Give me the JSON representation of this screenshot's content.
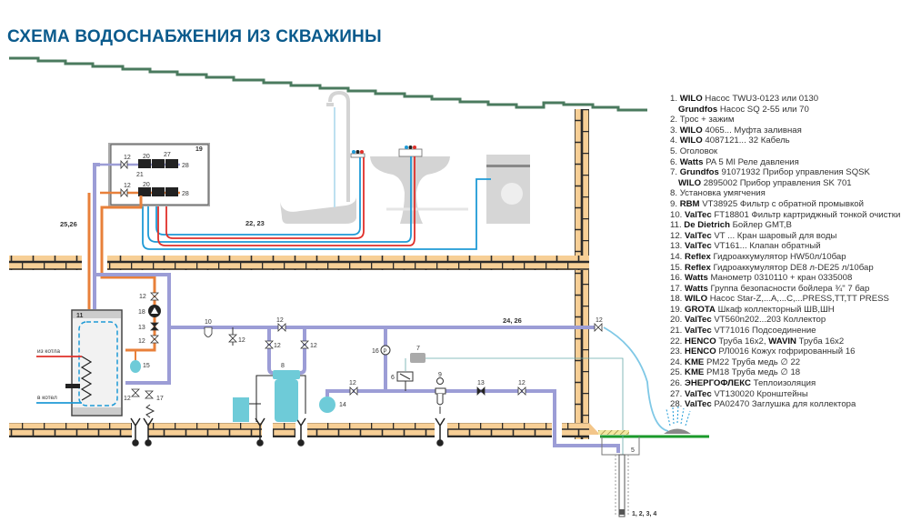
{
  "title": "СХЕМА ВОДОСНАБЖЕНИЯ ИЗ СКВАЖИНЫ",
  "colors": {
    "title": "#0a5a8c",
    "roof": "#4a7a5e",
    "brick": "#f7cf96",
    "brick_line": "#2a2a2a",
    "pipe_main": "#9c9dd6",
    "pipe_joint": "#5a5fa8",
    "pipe_hot": "#e8803a",
    "line_cold": "#1e9ad6",
    "line_hot": "#e0302a",
    "ground": "#1a9a2a",
    "equipment": "#6ecbd8",
    "fixture": "#d0d0d0"
  },
  "legend": [
    {
      "num": "1.",
      "brand": "WILO",
      "text": "Насос TWU3-0123 или 0130"
    },
    {
      "num": "",
      "brand": "Grundfos",
      "text": "Насос SQ 2-55 или 70",
      "sub": true
    },
    {
      "num": "2.",
      "brand": "",
      "text": "Трос + зажим"
    },
    {
      "num": "3.",
      "brand": "WILO",
      "text": "4065...   Муфта заливная"
    },
    {
      "num": "4.",
      "brand": "WILO",
      "text": "4087121... 32   Кабель"
    },
    {
      "num": "5.",
      "brand": "",
      "text": "Оголовок"
    },
    {
      "num": "6.",
      "brand": "Watts",
      "text": "PA 5 MI   Реле давления"
    },
    {
      "num": "7.",
      "brand": "Grundfos",
      "text": "91071932   Прибор управления SQSK"
    },
    {
      "num": "",
      "brand": "WILO",
      "text": "2895002   Прибор управления SK 701",
      "sub": true
    },
    {
      "num": "8.",
      "brand": "",
      "text": "Установка умягчения"
    },
    {
      "num": "9.",
      "brand": "RBM",
      "text": "VT38925 Фильтр с обратной промывкой"
    },
    {
      "num": "10.",
      "brand": "ValTec",
      "text": "FT18801 Фильтр картриджный тонкой очистки"
    },
    {
      "num": "11.",
      "brand": "De Dietrich",
      "text": "Бойлер GMT,B"
    },
    {
      "num": "12.",
      "brand": "ValTec",
      "text": "VT ...   Кран шаровый для воды"
    },
    {
      "num": "13.",
      "brand": "ValTec",
      "text": "VT161...   Клапан обратный"
    },
    {
      "num": "14.",
      "brand": "Reflex",
      "text": "Гидроаккумулятор HW50л/10бар"
    },
    {
      "num": "15.",
      "brand": "Reflex",
      "text": "Гидроаккумулятор DE8 л-DE25 л/10бар"
    },
    {
      "num": "16.",
      "brand": "Watts",
      "text": "Манометр  0310110  +  кран 0335008"
    },
    {
      "num": "17.",
      "brand": "Watts",
      "text": "Группа безопасности бойлера ¾\" 7 бар"
    },
    {
      "num": "18.",
      "brand": "WILO",
      "text": "Насос Star-Z,...A,...C,...PRESS,TT,TT PRESS"
    },
    {
      "num": "19.",
      "brand": "GROTA",
      "text": "Шкаф коллекторный  ШВ,ШН"
    },
    {
      "num": "20.",
      "brand": "ValTec",
      "text": "VT560n202...203   Коллектор"
    },
    {
      "num": "21.",
      "brand": "ValTec",
      "text": "VT71016   Подсоединение"
    },
    {
      "num": "22.",
      "brand": "HENCO",
      "text": "Труба 16x2,",
      "brand2": "WAVIN",
      "text2": "Труба 16x2"
    },
    {
      "num": "23.",
      "brand": "HENCO",
      "text": "РЛ0016   Кожух гофрированный 16"
    },
    {
      "num": "24.",
      "brand": "KME",
      "text": "PM22   Труба медь ∅ 22"
    },
    {
      "num": "25.",
      "brand": "KME",
      "text": "PM18   Труба медь ∅ 18"
    },
    {
      "num": "26.",
      "brand": "ЭНЕРГОФЛЕКС",
      "text": "Теплоизоляция"
    },
    {
      "num": "27.",
      "brand": "ValTec",
      "text": "VT130020   Кронштейны"
    },
    {
      "num": "28.",
      "brand": "ValTec",
      "text": "PA02470   Заглушка для коллектора"
    }
  ],
  "labels": {
    "manifold_cabinet": "19",
    "valve_12": "12",
    "collector_20": "20",
    "bracket_27": "27",
    "cap_28": "28",
    "connection_21": "21",
    "pipes_25_26": "25,26",
    "pipes_22_23": "22, 23",
    "pipes_24_26": "24, 26",
    "boiler_11": "11",
    "pump_18": "18",
    "check_valve_13": "13",
    "accumulator_15": "15",
    "safety_group_17": "17",
    "from_boiler": "из котла",
    "to_boiler": "в котел",
    "filter_10": "10",
    "softener_8": "8",
    "accumulator_14": "14",
    "gauge_16": "16",
    "gauge_symbol": "P",
    "controller_7": "7",
    "pressure_switch_6": "6",
    "backwash_filter_9": "9",
    "wellhead_5": "5",
    "well_items": "1, 2, 3, 4"
  }
}
